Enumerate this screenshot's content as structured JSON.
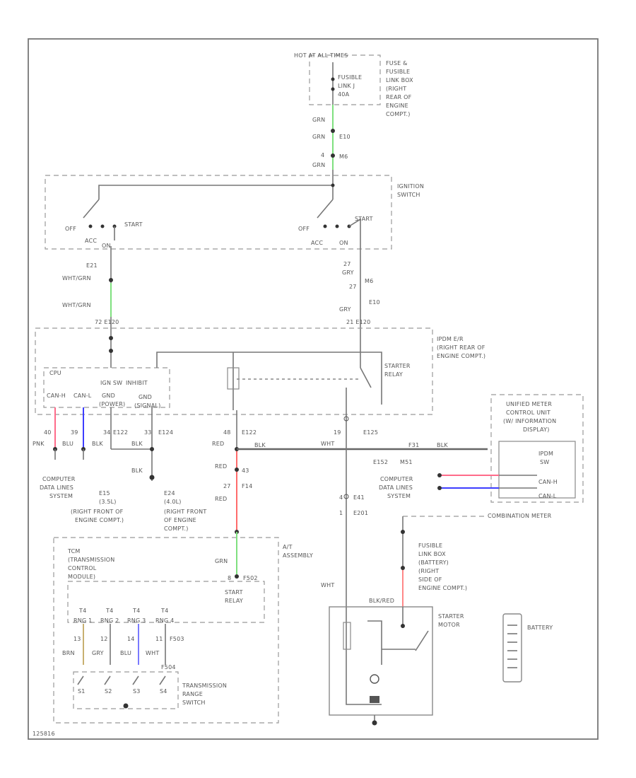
{
  "colors": {
    "GRN": "#7fe07f",
    "PNK": "#ff6b8a",
    "BLU": "#3d3dff",
    "RED": "#ff6b6b",
    "BRN": "#c8b070",
    "WIRE": "#777777",
    "BOX": "#999999"
  },
  "labels": {
    "hot_at_all_times": "HOT AT ALL TIMES",
    "fuse_box_1": "FUSE &",
    "fuse_box_2": "FUSIBLE",
    "fuse_box_3": "LINK BOX",
    "fuse_box_4": "(RIGHT",
    "fuse_box_5": "REAR OF",
    "fuse_box_6": "ENGINE",
    "fuse_box_7": "COMPT.)",
    "fusible_link": "FUSIBLE",
    "fusible_link_2": "LINK J",
    "fusible_link_3": "40A",
    "grn_a": "GRN",
    "grn_b": "GRN",
    "e10_top": "E10",
    "grn_c": "GRN",
    "m6_top": "M6",
    "pin4": "4",
    "ign_sw_1": "IGNITION",
    "ign_sw_2": "SWITCH",
    "off_l": "OFF",
    "acc_l": "ACC",
    "on_l": "ON",
    "start_l": "START",
    "off_r": "OFF",
    "acc_r": "ACC",
    "on_r": "ON",
    "start_r": "START",
    "e21": "E21",
    "wht_grn_1": "WHT/GRN",
    "wht_grn_2": "WHT/GRN",
    "n27a": "27",
    "gry_a": "GRY",
    "m6_mid": "M6",
    "n27b": "27",
    "e10_mid": "E10",
    "gry_b": "GRY",
    "conn_e120_l": "72 E120",
    "conn_e120_r": "21 E120",
    "ipdm_1": "IPDM E/R",
    "ipdm_2": "(RIGHT REAR OF",
    "ipdm_3": "ENGINE COMPT.)",
    "cpu": "CPU",
    "ign_sw_sig": "IGN SW",
    "inhibit": "INHIBIT",
    "can_h": "CAN-H",
    "can_l": "CAN-L",
    "gnd_1": "GND",
    "gnd_1b": "(POWER)",
    "gnd_2": "GND",
    "gnd_2b": "(SIGNAL)",
    "starter_relay_1": "STARTER",
    "starter_relay_2": "RELAY",
    "n40": "40",
    "n39": "39",
    "n34": "34",
    "e122": "E122",
    "n33": "33",
    "e124": "E124",
    "n48": "48",
    "e122b": "E122",
    "n19": "19",
    "e125": "E125",
    "pnk": "PNK",
    "blu": "BLU",
    "blk_1": "BLK",
    "blk_2": "BLK",
    "blk_3": "BLK",
    "blk_4": "BLK",
    "blk_5": "BLK",
    "red_1": "RED",
    "red_2": "RED",
    "red_3": "RED",
    "n43": "43",
    "f31": "F31",
    "wht_a": "WHT",
    "e152": "E152",
    "m51": "M51",
    "comp_data_l1": "COMPUTER",
    "comp_data_l2": "DATA LINES",
    "comp_data_l3": "SYSTEM",
    "comp_data_r1": "COMPUTER",
    "comp_data_r2": "DATA LINES",
    "comp_data_r3": "SYSTEM",
    "e15": "E15",
    "e15b": "(3.5L)",
    "e24": "E24",
    "e24b": "(4.0L)",
    "gnd_loc_1": "(RIGHT FRONT OF",
    "gnd_loc_2": "ENGINE COMPT.)",
    "gnd_loc_3": "(RIGHT FRONT",
    "gnd_loc_4": "OF ENGINE",
    "gnd_loc_5": "COMPT.)",
    "n27c": "27",
    "f14": "F14",
    "n4a": "4",
    "e41": "E41",
    "n1a": "1",
    "e201": "E201",
    "umcu_1": "UNIFIED METER",
    "umcu_2": "CONTROL UNIT",
    "umcu_3": "(W/ INFORMATION",
    "umcu_4": "DISPLAY)",
    "ipdm_sig_1": "IPDM",
    "ipdm_sig_2": "SW",
    "can_h_r": "CAN-H",
    "can_l_r": "CAN-L",
    "combination_meter": "COMBINATION METER",
    "fusible_2_1": "FUSIBLE",
    "fusible_2_2": "LINK BOX",
    "fusible_2_3": "(BATTERY)",
    "fusible_2_4": "(RIGHT",
    "fusible_2_5": "SIDE OF",
    "fusible_2_6": "ENGINE COMPT.)",
    "blk_red": "BLK/RED",
    "starter_motor_1": "STARTER",
    "starter_motor_2": "MOTOR",
    "battery": "BATTERY",
    "wht_b": "WHT",
    "at_assy_1": "A/T",
    "at_assy_2": "ASSEMBLY",
    "tcm_1": "TCM",
    "tcm_2": "(TRANSMISSION",
    "tcm_3": "CONTROL",
    "tcm_4": "MODULE)",
    "grn_d": "GRN",
    "n8": "8",
    "f502": "F502",
    "start_relay_1": "START",
    "start_relay_2": "RELAY",
    "t4_1": "T4",
    "t4_2": "T4",
    "t4_3": "T4",
    "t4_4": "T4",
    "rg1": "RNG 1",
    "rg2": "RNG 2",
    "rg3": "RNG 3",
    "rg4": "RNG 4",
    "n13": "13",
    "n12": "12",
    "n14": "14",
    "n11": "11",
    "f503": "F503",
    "brn": "BRN",
    "gry_c": "GRY",
    "blu_b": "BLU",
    "wht_c": "WHT",
    "f504": "F504",
    "s1": "S1",
    "s2": "S2",
    "s3": "S3",
    "s4": "S4",
    "trs_1": "TRANSMISSION",
    "trs_2": "RANGE",
    "trs_3": "SWITCH",
    "diagram_id": "125816"
  }
}
